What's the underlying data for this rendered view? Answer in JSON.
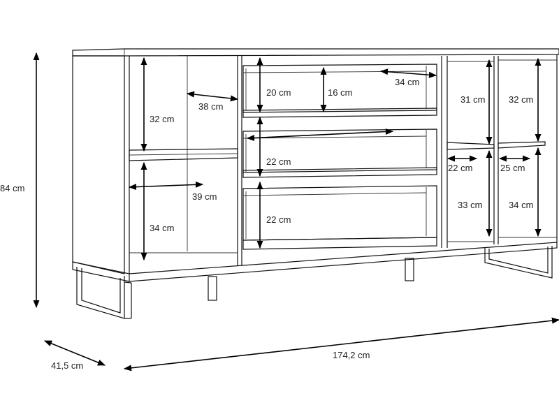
{
  "colors": {
    "line": "#111111",
    "arrow": "#000000",
    "text": "#222222",
    "background": "#ffffff"
  },
  "dimensions": {
    "height": "84 cm",
    "depth": "41,5 cm",
    "width": "174,2 cm",
    "left_upper_height": "32 cm",
    "left_upper_depth": "38 cm",
    "left_lower_depth": "39 cm",
    "left_lower_height": "34 cm",
    "drawer1_height": "20 cm",
    "drawer1_inner_height": "16 cm",
    "drawer1_width": "34 cm",
    "drawer2_height": "22 cm",
    "drawer3_height": "22 cm",
    "right_a_upper_height": "31 cm",
    "right_b_upper_height": "32 cm",
    "right_a_depth": "22 cm",
    "right_b_depth": "25 cm",
    "right_a_lower_height": "33 cm",
    "right_b_lower_height": "34 cm"
  }
}
